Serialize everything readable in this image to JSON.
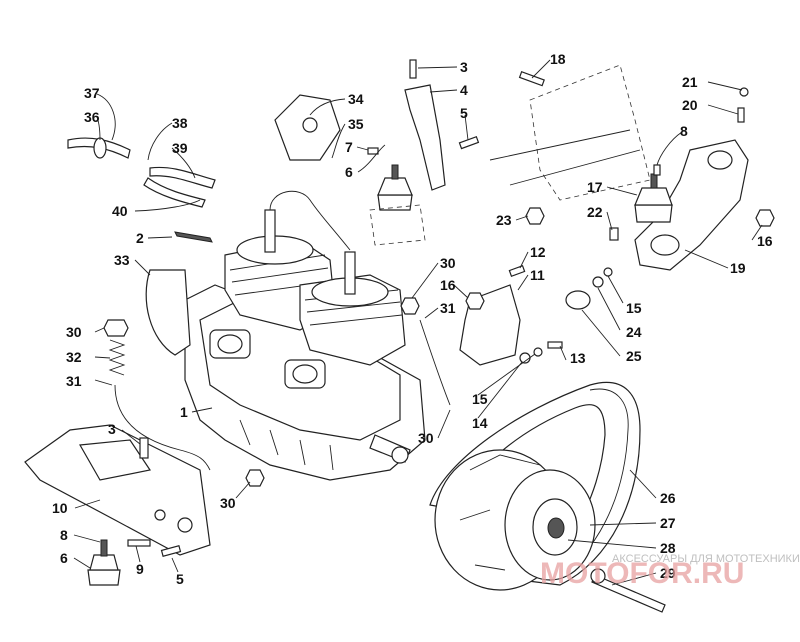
{
  "callouts": [
    {
      "id": "c1",
      "text": "1"
    },
    {
      "id": "c2",
      "text": "2"
    },
    {
      "id": "c3a",
      "text": "3"
    },
    {
      "id": "c3b",
      "text": "3"
    },
    {
      "id": "c4",
      "text": "4"
    },
    {
      "id": "c5a",
      "text": "5"
    },
    {
      "id": "c5b",
      "text": "5"
    },
    {
      "id": "c6a",
      "text": "6"
    },
    {
      "id": "c6b",
      "text": "6"
    },
    {
      "id": "c7",
      "text": "7"
    },
    {
      "id": "c8a",
      "text": "8"
    },
    {
      "id": "c8b",
      "text": "8"
    },
    {
      "id": "c9",
      "text": "9"
    },
    {
      "id": "c10",
      "text": "10"
    },
    {
      "id": "c11",
      "text": "11"
    },
    {
      "id": "c12",
      "text": "12"
    },
    {
      "id": "c13",
      "text": "13"
    },
    {
      "id": "c14",
      "text": "14"
    },
    {
      "id": "c15a",
      "text": "15"
    },
    {
      "id": "c15b",
      "text": "15"
    },
    {
      "id": "c16a",
      "text": "16"
    },
    {
      "id": "c16b",
      "text": "16"
    },
    {
      "id": "c17",
      "text": "17"
    },
    {
      "id": "c18",
      "text": "18"
    },
    {
      "id": "c19",
      "text": "19"
    },
    {
      "id": "c20",
      "text": "20"
    },
    {
      "id": "c21",
      "text": "21"
    },
    {
      "id": "c22",
      "text": "22"
    },
    {
      "id": "c23",
      "text": "23"
    },
    {
      "id": "c24",
      "text": "24"
    },
    {
      "id": "c25",
      "text": "25"
    },
    {
      "id": "c26",
      "text": "26"
    },
    {
      "id": "c27",
      "text": "27"
    },
    {
      "id": "c28",
      "text": "28"
    },
    {
      "id": "c29",
      "text": "29"
    },
    {
      "id": "c30a",
      "text": "30"
    },
    {
      "id": "c30b",
      "text": "30"
    },
    {
      "id": "c30c",
      "text": "30"
    },
    {
      "id": "c30d",
      "text": "30"
    },
    {
      "id": "c31a",
      "text": "31"
    },
    {
      "id": "c31b",
      "text": "31"
    },
    {
      "id": "c32",
      "text": "32"
    },
    {
      "id": "c33",
      "text": "33"
    },
    {
      "id": "c34",
      "text": "34"
    },
    {
      "id": "c35",
      "text": "35"
    },
    {
      "id": "c36",
      "text": "36"
    },
    {
      "id": "c37",
      "text": "37"
    },
    {
      "id": "c38",
      "text": "38"
    },
    {
      "id": "c39",
      "text": "39"
    },
    {
      "id": "c40",
      "text": "40"
    }
  ],
  "watermark": {
    "tagline": "АКСЕССУАРЫ ДЛЯ МОТОТЕХНИКИ",
    "brand": "MOTOFOR.RU"
  }
}
